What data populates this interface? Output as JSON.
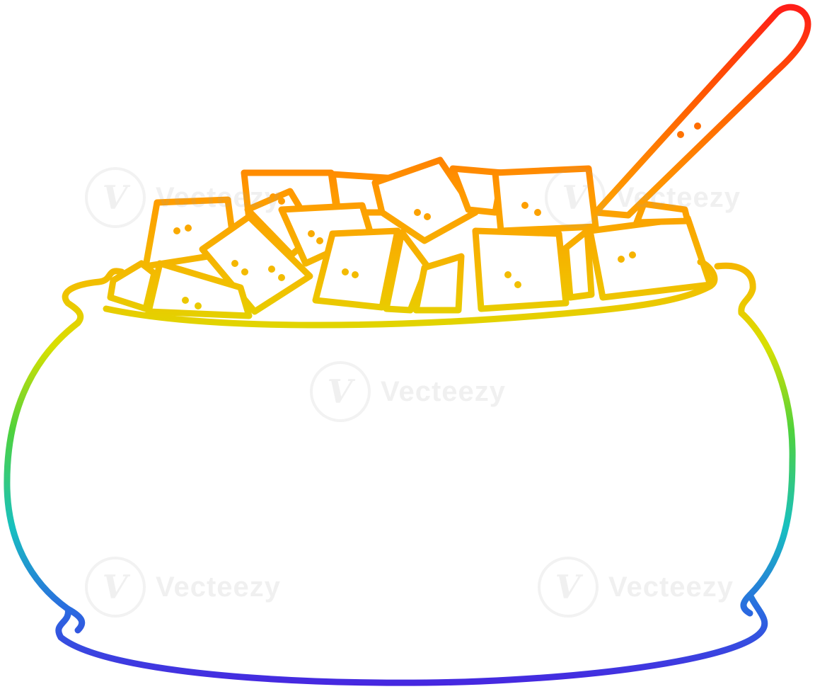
{
  "image": {
    "subject": "sugar-bowl",
    "colors": {
      "top": "#ff1a1a",
      "orange": "#ff8a00",
      "yellow": "#e8d400",
      "green": "#6ad32a",
      "cyan": "#18b8d8",
      "blue": "#2a4ae0",
      "bottom": "#4a1ee0"
    }
  },
  "watermark": {
    "text": "Vecteezy",
    "logo_glyph": "V"
  }
}
